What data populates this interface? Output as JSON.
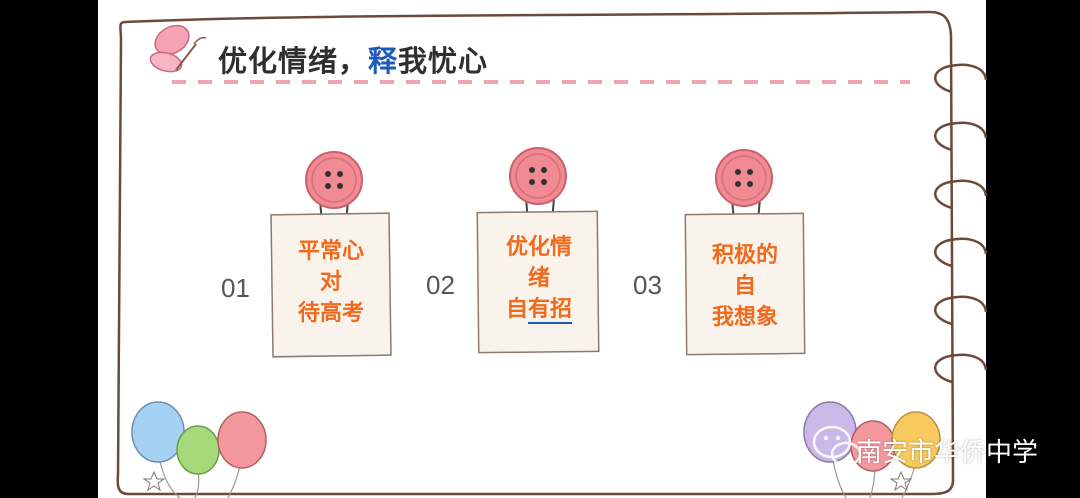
{
  "slide": {
    "title_part1": "优化情绪，",
    "title_highlight": "释",
    "title_part2": "我忧心"
  },
  "items": [
    {
      "number": "01",
      "line1": "平常心",
      "line2": "对",
      "line3": "待高考"
    },
    {
      "number": "02",
      "line1": "优化情",
      "line2": "绪",
      "line3_pre": "自",
      "line3_under": "有招"
    },
    {
      "number": "03",
      "line1": "积极的",
      "line2": "自",
      "line3": "我想象"
    }
  ],
  "watermark": {
    "text": "南安市华侨中学",
    "icon": "wechat-icon"
  },
  "colors": {
    "title": "#2f2f2f",
    "title_highlight": "#1e5bb8",
    "card_text": "#ef6a1c",
    "button": "#f08a93",
    "dash_line": "#f2a3b0",
    "border": "#6b4a3a"
  }
}
